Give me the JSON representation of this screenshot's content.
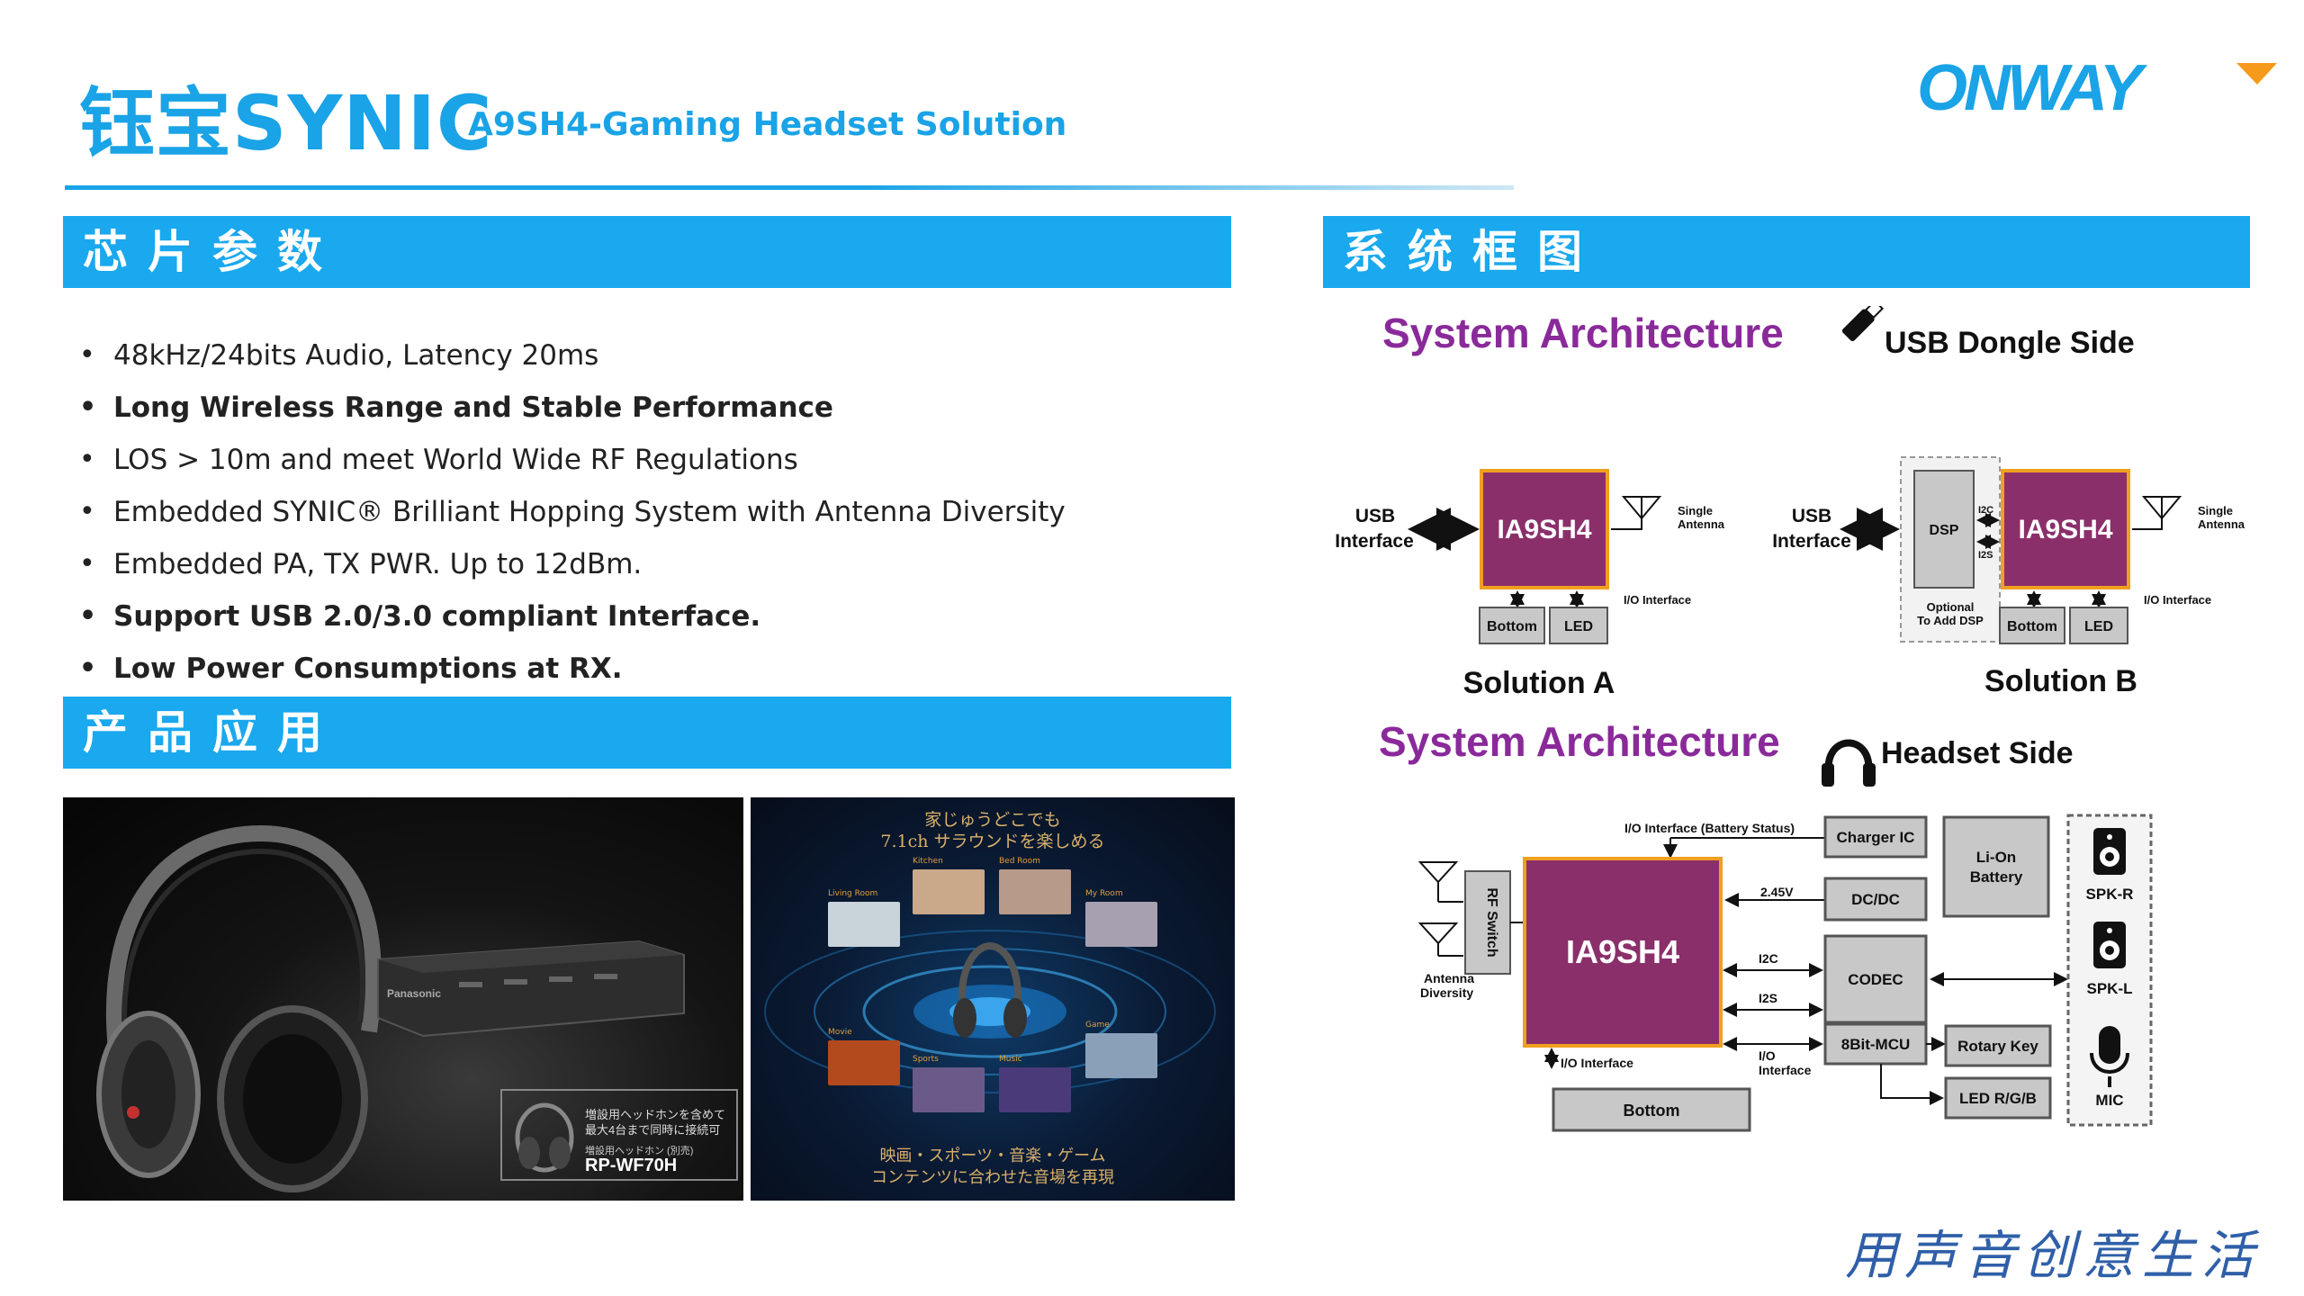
{
  "header": {
    "brand": "钰宝SYNIC",
    "subtitle": "A9SH4-Gaming Headset Solution",
    "logo_text": "ONWAY"
  },
  "sections": {
    "params_title": "芯片参数",
    "apps_title": "产品应用",
    "diagram_title": "系统框图"
  },
  "specs": [
    {
      "text": "48kHz/24bits Audio, Latency 20ms",
      "bold": false
    },
    {
      "text": "Long Wireless Range and Stable Performance",
      "bold": true
    },
    {
      "text": "LOS > 10m and meet World Wide RF Regulations",
      "bold": false
    },
    {
      "text": "Embedded SYNIC® Brilliant Hopping System with Antenna Diversity",
      "bold": false
    },
    {
      "text": "Embedded PA, TX PWR. Up to 12dBm.",
      "bold": false
    },
    {
      "text": "Support USB 2.0/3.0 compliant Interface.",
      "bold": true
    },
    {
      "text": "Low Power Consumptions at RX.",
      "bold": true
    }
  ],
  "photo_left": {
    "brand": "Panasonic",
    "caption_line1": "増設用ヘッドホンを含めて",
    "caption_line2": "最大4台まで同時に接続可",
    "caption_line3": "増設用ヘッドホン (別売)",
    "model": "RP-WF70H"
  },
  "photo_right": {
    "heading_line1": "家じゅうどこでも",
    "heading_line2": "7.1ch サラウンドを楽しめる",
    "rooms": [
      "Kitchen",
      "Bed Room",
      "Living Room",
      "My Room",
      "Movie",
      "Game",
      "Sports",
      "Music"
    ],
    "footer_line1": "映画・スポーツ・音楽・ゲーム",
    "footer_line2": "コンテンツに合わせた音場を再現"
  },
  "diagram": {
    "arch_title": "System Architecture",
    "dongle_side": "USB Dongle Side",
    "headset_side": "Headset Side",
    "chip": "IA9SH4",
    "usb_line1": "USB",
    "usb_line2": "Interface",
    "single_line1": "Single",
    "single_line2": "Antenna",
    "io_interface": "I/O Interface",
    "bottom": "Bottom",
    "led": "LED",
    "dsp": "DSP",
    "i2c": "I2C",
    "i2s": "I2S",
    "optional_line1": "Optional",
    "optional_line2": "To Add DSP",
    "solution_a": "Solution A",
    "solution_b": "Solution B",
    "io_battery": "I/O Interface (Battery Status)",
    "charger": "Charger IC",
    "battery_line1": "Li-On",
    "battery_line2": "Battery",
    "v245": "2.45V",
    "dcdc": "DC/DC",
    "codec": "CODEC",
    "mcu": "8Bit-MCU",
    "rotary": "Rotary Key",
    "led_rgb": "LED R/G/B",
    "rf_switch": "RF Switch",
    "antenna_div_line1": "Antenna",
    "antenna_div_line2": "Diversity",
    "io_line1": "I/O",
    "io_line2": "Interface",
    "spk_r": "SPK-R",
    "spk_l": "SPK-L",
    "mic": "MIC",
    "colors": {
      "chip": "#8b2f6b",
      "chip_border": "#f0a020",
      "box": "#c8c8c8",
      "title": "#8a2a9a"
    }
  },
  "slogan": "用声音创意生活"
}
